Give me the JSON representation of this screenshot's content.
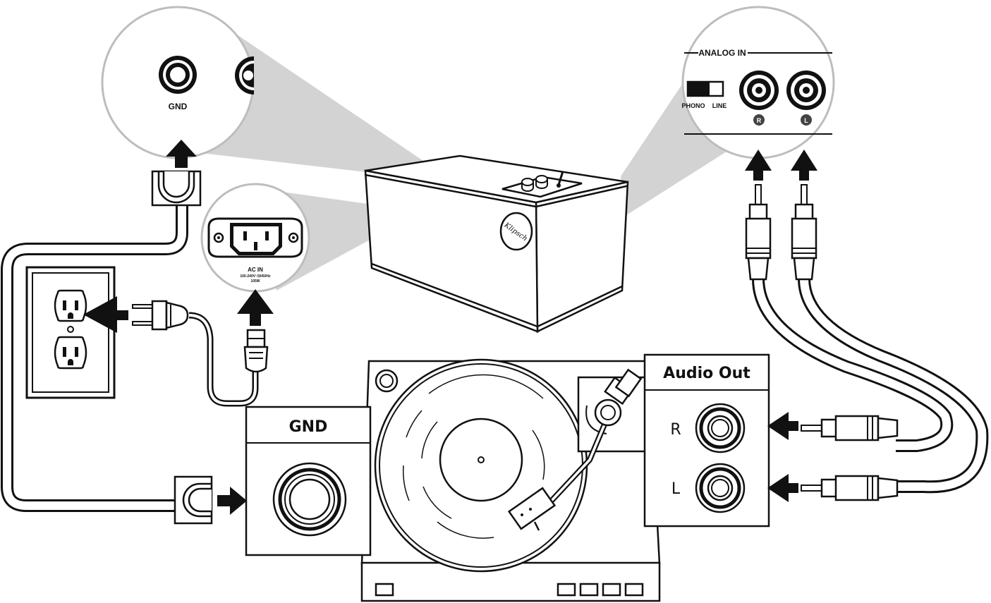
{
  "zoom_gnd": {
    "label": "GND"
  },
  "zoom_analog": {
    "header": "ANALOG IN",
    "switch_left": "PHONO",
    "switch_right": "LINE",
    "jack_right": "R",
    "jack_left": "L"
  },
  "zoom_ac": {
    "label": "AC IN",
    "spec_line1": "100-240V~50/60Hz",
    "spec_line2": "105W"
  },
  "speaker": {
    "logo": "Klipsch"
  },
  "turntable_gnd_panel": {
    "title": "GND"
  },
  "turntable_audio_panel": {
    "title": "Audio Out",
    "right_label": "R",
    "left_label": "L"
  },
  "colors": {
    "line": "#111111",
    "callout_cone": "#d3d3d3",
    "callout_ring": "#bdbdbd"
  }
}
